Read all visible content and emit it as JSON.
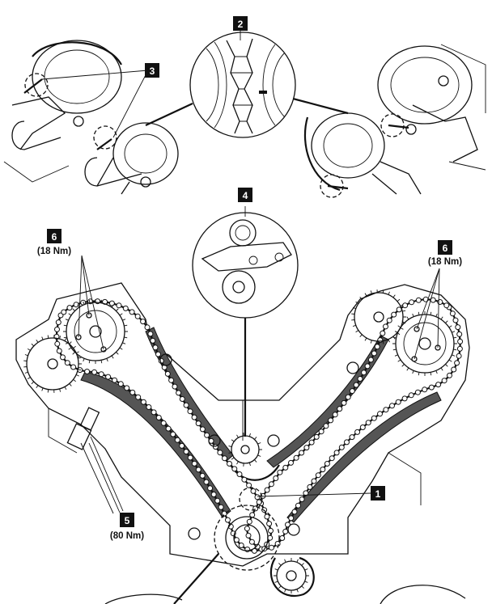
{
  "callouts": [
    {
      "id": "callout-1",
      "number": "1",
      "torque": ""
    },
    {
      "id": "callout-2",
      "number": "2",
      "torque": ""
    },
    {
      "id": "callout-3",
      "number": "3",
      "torque": ""
    },
    {
      "id": "callout-4",
      "number": "4",
      "torque": ""
    },
    {
      "id": "callout-5",
      "number": "5",
      "torque": "(80 Nm)"
    },
    {
      "id": "callout-6-left",
      "number": "6",
      "torque": "(18 Nm)"
    },
    {
      "id": "callout-6-right",
      "number": "6",
      "torque": "(18 Nm)"
    }
  ],
  "detail_2": {
    "mark": "–"
  }
}
